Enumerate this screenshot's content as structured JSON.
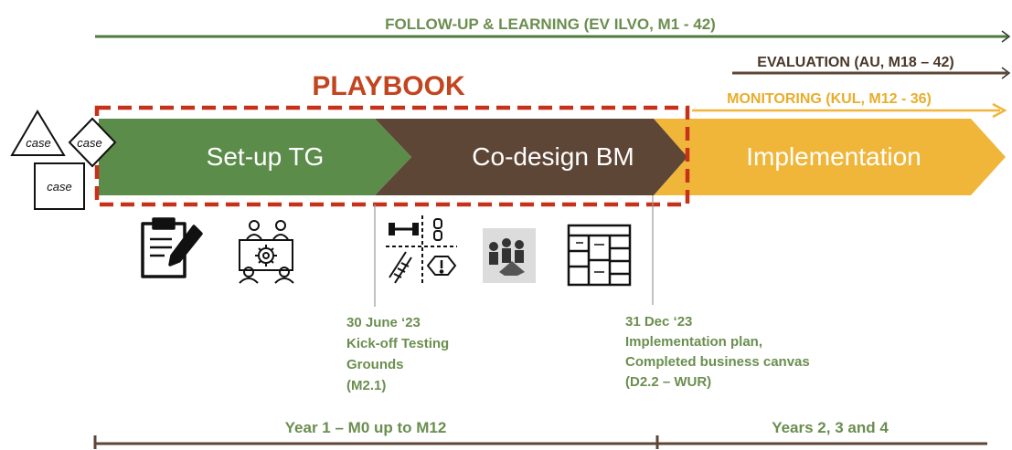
{
  "tracks": {
    "follow_up": "FOLLOW-UP & LEARNING (EV ILVO, M1 - 42)",
    "evaluation": "EVALUATION (AU, M18 – 42)",
    "monitoring": "MONITORING (KUL, M12 - 36)"
  },
  "playbook": "PLAYBOOK",
  "case_shapes": {
    "triangle": "case",
    "diamond": "case",
    "square": "case"
  },
  "phases": [
    {
      "label": "Set-up TG"
    },
    {
      "label": "Co-design BM"
    },
    {
      "label": "Implementation"
    }
  ],
  "icons": [
    "clipboard-pencil-icon",
    "team-meeting-gear-icon",
    "testing-quadrant-icon",
    "group-photo-icon",
    "canvas-grid-icon"
  ],
  "milestones": [
    {
      "lines": [
        "30 June ‘23",
        "Kick-off Testing",
        "Grounds",
        "(M2.1)"
      ]
    },
    {
      "lines": [
        "31 Dec ‘23",
        "Implementation plan,",
        "Completed business canvas",
        "(D2.2 – WUR)"
      ]
    }
  ],
  "timeline": {
    "year1": "Year 1 – M0 up to M12",
    "years_rest": "Years 2, 3 and 4"
  },
  "colors": {
    "green": "#5b8c4a",
    "brown": "#5e4636",
    "gold": "#f0b63a",
    "red_dash": "#c6311a",
    "text_green": "#6b8e4f",
    "line_green": "#4f7a3d",
    "text_brown": "#4a3828",
    "text_gold": "#e9ad2b",
    "playbook_red": "#c2451f"
  }
}
